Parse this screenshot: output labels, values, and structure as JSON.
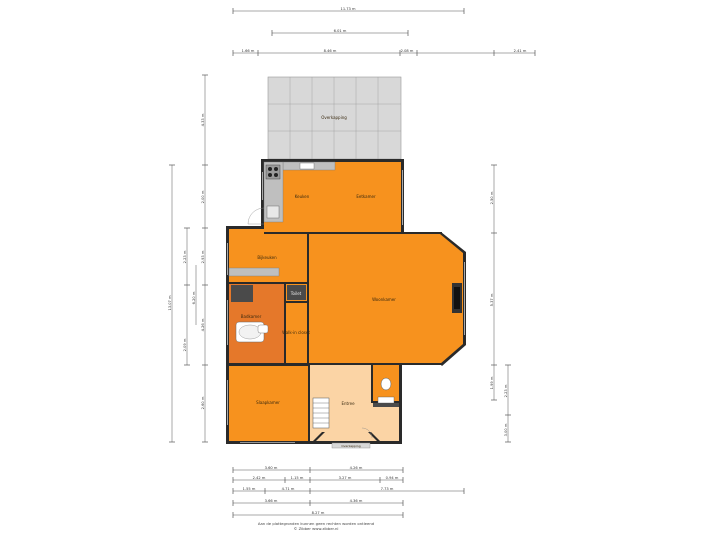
{
  "colors": {
    "room": "#f7921e",
    "room_dark": "#e8801a",
    "hall": "#fbd4a5",
    "bathroom": "#e5782a",
    "terrace": "#d8d8d8",
    "wall": "#2a2a2a"
  },
  "rooms": {
    "overkapping": "Overkapping",
    "keuken": "Keuken",
    "eetkamer": "Eetkamer",
    "bijkeuken": "Bijkeuken",
    "woonkamer": "Woonkamer",
    "toilet": "Toilet",
    "badkamer": "Badkamer",
    "walk_in_closet": "Walk-in closet",
    "slaapkamer": "Slaapkamer",
    "entree": "Entree",
    "overkapping_small": "Overkapping"
  },
  "dims_top": {
    "total": "11.73 m",
    "second": "6.01 m",
    "a": "1.66 m",
    "b": "8.46 m",
    "c": "2.08 m",
    "d": "2.41 m"
  },
  "dims_left": {
    "total": "13.07 m",
    "a": "4.33 m",
    "b": "2.00 m",
    "c": "2.23 m",
    "d": "2.93 m",
    "e": "4.26 m",
    "f": "2.09 m",
    "g": "6.20 m",
    "h": "2.60 m"
  },
  "dims_right": {
    "a": "2.50 m",
    "b": "5.37 m",
    "c": "1.99 m",
    "d": "2.23 m",
    "e": "3.00 m"
  },
  "dims_bottom": {
    "r1a": "3.60 m",
    "r1b": "4.26 m",
    "r2a": "2.42 m",
    "r2b": "1.15 m",
    "r2c": "3.27 m",
    "r2d": "0.94 m",
    "r3a": "1.55 m",
    "r3b": "4.71 m",
    "r3c": "7.73 m",
    "r4a": "3.66 m",
    "r4b": "4.36 m",
    "r5": "8.27 m"
  },
  "footer": {
    "line1": "Aan de plattegronden kunnen geen rechten worden ontleend",
    "line2": "© Zibber www.zibber.nl"
  }
}
